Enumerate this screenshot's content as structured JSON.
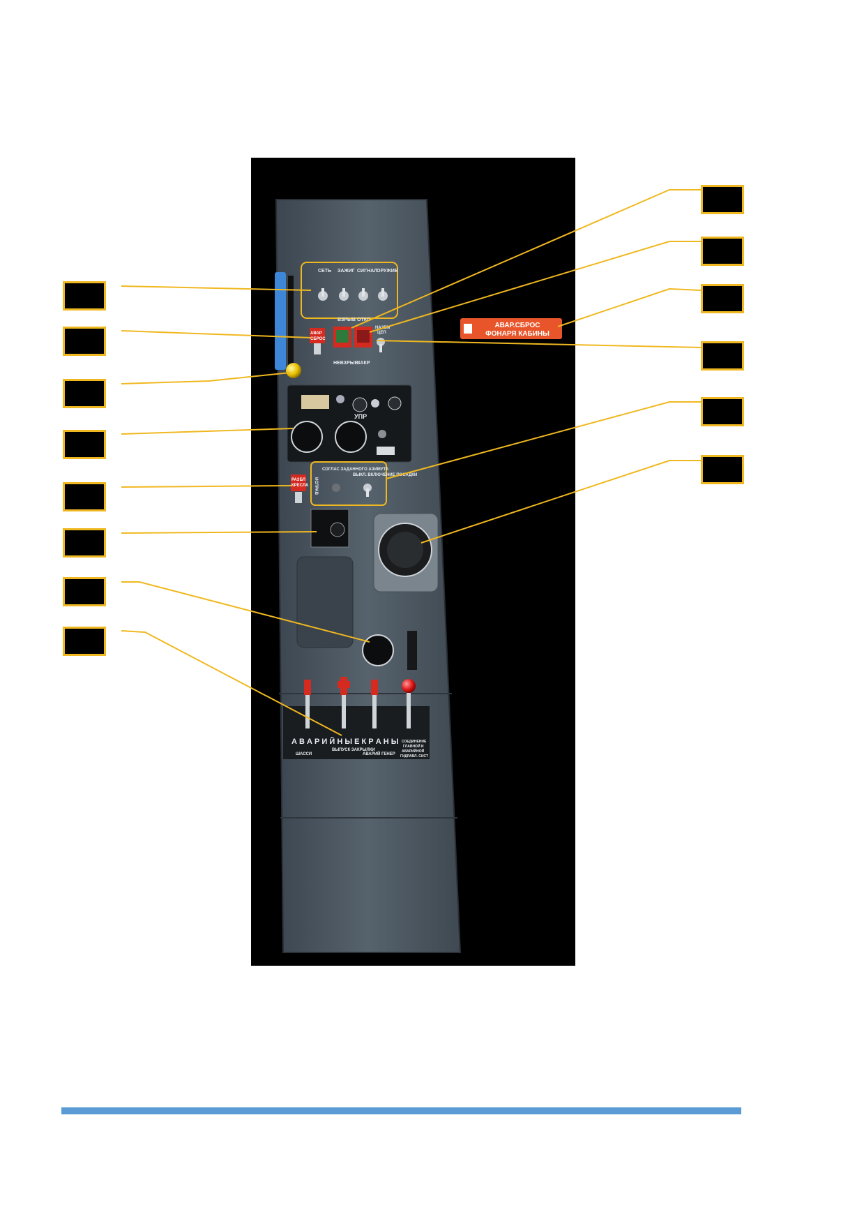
{
  "panel": {
    "switch_labels": [
      "СЕТЬ",
      "ЗАЖИГ",
      "СИГНАЛ",
      "ОРУЖИЕ"
    ],
    "avar_sbros_small": [
      "АВАР",
      "СБРОС"
    ],
    "vzryv_label": "ВЗРЫВ",
    "otkl_label": "ОТКЛ",
    "nevzryv_label": "НЕВЗРЫВ",
    "zakr_label": "ЗАКР",
    "nazem_label": [
      "НАЗЕМ",
      "ЦЕП"
    ],
    "upr_label": "УПР",
    "razbl_label": [
      "РАЗБЛ",
      "КРЕСЛА"
    ],
    "gyro_box_labels": [
      "СОГЛАС ЗАДАННОГО АЗИМУТА",
      "ВЫКЛ. ВКЛЮЧЕНИЕ ПОСАДКИ"
    ],
    "ispr_vertical": "ИСПРАВ",
    "emergency_valves_title": "А В А Р И Й Н Ы Е   К Р А Н Ы",
    "valve_labels": [
      "ШАССИ",
      "ВЫПУСК ЗАКРЫЛКИ",
      "АВАРИЙ ГЕНЕР"
    ],
    "hydraulic_label": [
      "СОЕДИНЕНИЕ",
      "ГЛАВНОЙ И",
      "АВАРИЙНОЙ",
      "ГИДРАВЛ. СИСТ"
    ]
  },
  "canopy_handle": {
    "line1": "АВАР.СБРОС",
    "line2": "ФОНАРЯ КАБИНЫ"
  },
  "colors": {
    "callout_line": "#f0b820",
    "callout_box": "#000000",
    "panel_metal": "#4a5560",
    "emergency_red": "#d42a20",
    "handle_orange": "#e8552a",
    "rule_blue": "#5b9bd5"
  },
  "callouts_left": [
    "callout-1",
    "callout-2",
    "callout-3",
    "callout-4",
    "callout-5",
    "callout-6",
    "callout-7",
    "callout-8"
  ],
  "callouts_right": [
    "callout-9",
    "callout-10",
    "callout-11",
    "callout-12",
    "callout-13",
    "callout-14"
  ]
}
